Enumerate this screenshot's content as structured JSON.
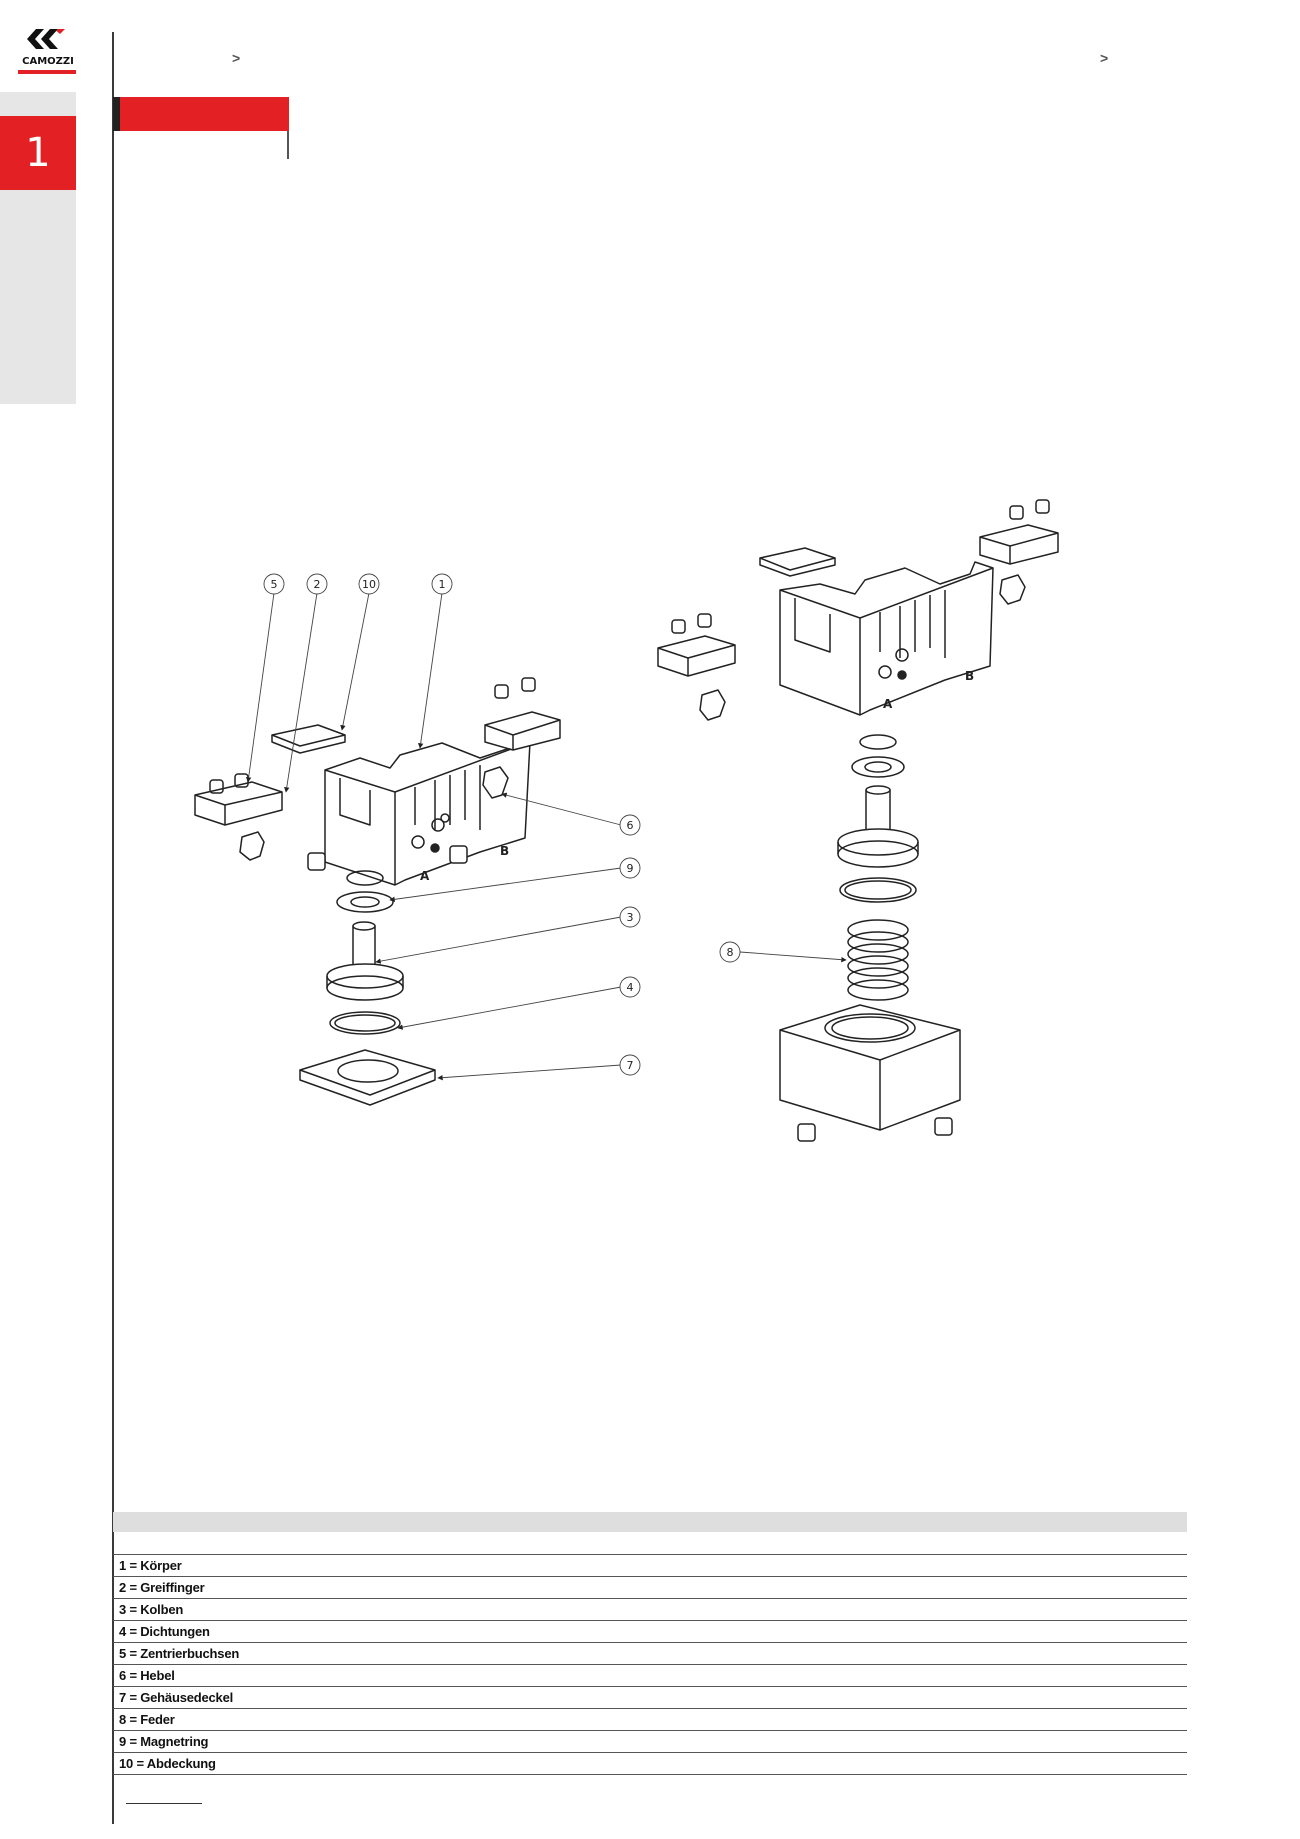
{
  "header": {
    "brand": "CAMOZZI",
    "breadcrumb_separators": [
      ">",
      ">"
    ]
  },
  "side_tab": {
    "number": "1"
  },
  "diagram": {
    "callouts": {
      "c5": "5",
      "c2": "2",
      "c10": "10",
      "c1": "1",
      "c6": "6",
      "c9": "9",
      "c3": "3",
      "c4": "4",
      "c7": "7",
      "c8": "8"
    },
    "markings": {
      "a": "A",
      "b": "B"
    }
  },
  "parts_table": {
    "rows": [
      "1 = Körper",
      "2 = Greiffinger",
      "3 = Kolben",
      "4 = Dichtungen",
      "5 = Zentrierbuchsen",
      "6 = Hebel",
      "7 = Gehäusedeckel",
      "8 = Feder",
      "9 = Magnetring",
      "10 = Abdeckung"
    ]
  },
  "colors": {
    "accent": "#e32124",
    "tab_gray": "#e6e6e6",
    "table_header": "#dedede"
  }
}
